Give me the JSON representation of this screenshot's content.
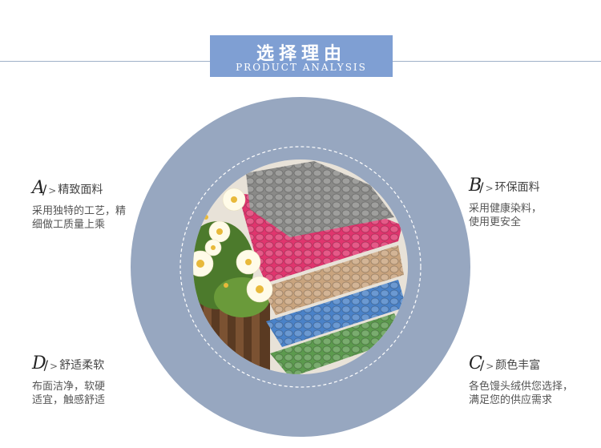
{
  "header": {
    "title_cn": "选择理由",
    "title_en": "PRODUCT ANALYSIS"
  },
  "features": [
    {
      "letter": "A",
      "title": "精致面料",
      "desc_line1": "采用独特的工艺，精",
      "desc_line2": "细做工质量上乘"
    },
    {
      "letter": "B",
      "title": "环保面料",
      "desc_line1": "采用健康染料，",
      "desc_line2": "使用更安全"
    },
    {
      "letter": "D",
      "title": "舒适柔软",
      "desc_line1": "布面洁净，软硬",
      "desc_line2": "适宜，触感舒适"
    },
    {
      "letter": "C",
      "title": "颜色丰富",
      "desc_line1": "各色馒头绒供您选择，",
      "desc_line2": "满足您的供应需求"
    }
  ],
  "colors": {
    "title_bg": "#7f9fd3",
    "circle_bg": "#97a7c0",
    "towel_colors": [
      "#8a8a88",
      "#e0356e",
      "#c9a47e",
      "#4a82c8",
      "#5c9a4e"
    ]
  }
}
